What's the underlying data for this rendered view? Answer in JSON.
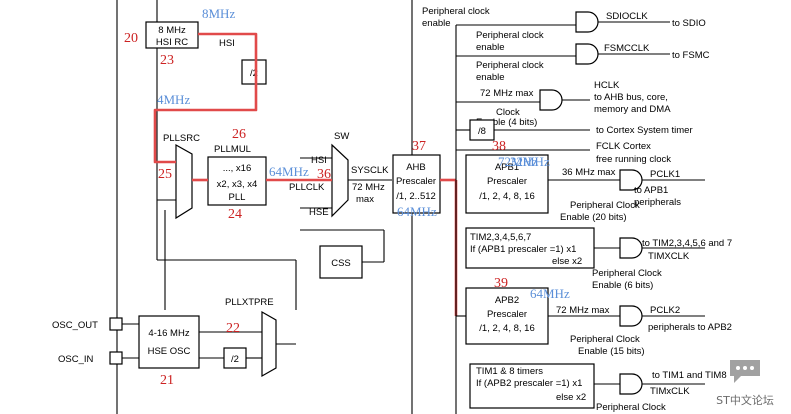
{
  "clock_tree": {
    "hsi_rc": [
      "8 MHz",
      "HSI RC"
    ],
    "hsi": "HSI",
    "div2": "/2",
    "pllsrc": "PLLSRC",
    "pllmul": "PLLMUL",
    "pll_box": [
      "..., x16",
      "x2, x3, x4",
      "PLL"
    ],
    "sw": "SW",
    "sw_hsi": "HSI",
    "pllclk": "PLLCLK",
    "sw_hse": "HSE",
    "sysclk": "SYSCLK",
    "sysclk_max": [
      "72 MHz",
      "max"
    ],
    "ahb": [
      "AHB",
      "Prescaler",
      "/1, 2..512"
    ],
    "css": "CSS",
    "pllxtpre": "PLLXTPRE",
    "hse_osc": [
      "4-16 MHz",
      "HSE OSC"
    ],
    "osc_out": "OSC_OUT",
    "osc_in": "OSC_IN",
    "periph_enable": [
      "Peripheral clock",
      "enable"
    ],
    "sdio_enable": [
      "Peripheral clock",
      "enable"
    ],
    "fsmc_enable": [
      "Peripheral clock",
      "enable"
    ],
    "sdioclk": "SDIOCLK",
    "to_sdio": "to SDIO",
    "fsmcclk": "FSMCCLK",
    "to_fsmc": "to FSMC",
    "ahb_max": "72 MHz max",
    "hclk": [
      "HCLK",
      "to AHB bus, core,",
      "memory and DMA"
    ],
    "clock_enable": [
      "Clock",
      "Enable (4 bits)"
    ],
    "div8": "/8",
    "systimer": "to Cortex System timer",
    "fclk": [
      "FCLK Cortex",
      "free running clock"
    ],
    "apb1": [
      "APB1",
      "Prescaler",
      "/1, 2, 4, 8, 16"
    ],
    "apb1_max": "36 MHz max",
    "pclk1": [
      "PCLK1",
      "to APB1",
      "peripherals"
    ],
    "apb1_enable": [
      "Peripheral Clock",
      "Enable (20 bits)"
    ],
    "tim2_box": [
      "TIM2,3,4,5,6,7",
      "If (APB1 prescaler =1) x1",
      "else  x2"
    ],
    "tim2_to": [
      "to TIM2,3,4,5,6 and 7",
      "TIMXCLK"
    ],
    "tim2_enable": [
      "Peripheral Clock",
      "Enable (6 bits)"
    ],
    "apb2": [
      "APB2",
      "Prescaler",
      "/1, 2, 4, 8, 16"
    ],
    "apb2_max": "72 MHz max",
    "pclk2": [
      "PCLK2",
      "peripherals to APB2"
    ],
    "apb2_enable": [
      "Peripheral Clock",
      "Enable (15 bits)"
    ],
    "tim1_box": [
      "TIM1 & 8 timers",
      "If (APB2 prescaler =1) x1",
      "else  x2"
    ],
    "tim1_to": [
      "to TIM1 and TIM8",
      "TIMxCLK"
    ],
    "tim1_enable": "Peripheral Clock"
  },
  "annotations": {
    "red_numbers": [
      "20",
      "23",
      "26",
      "25",
      "24",
      "36",
      "37",
      "38",
      "39",
      "22",
      "21"
    ],
    "blue_freqs": [
      "8MHz",
      "4MHz",
      "64MHz",
      "72MHz",
      "64MHz",
      "32MHz",
      "64MHz"
    ]
  },
  "watermark": {
    "text": "ST中文论坛",
    "icon": "chat-bubble-icon"
  },
  "colors": {
    "highlight": "#e14a4a",
    "red_text": "#cc2222",
    "blue_text": "#5b8fd8"
  }
}
